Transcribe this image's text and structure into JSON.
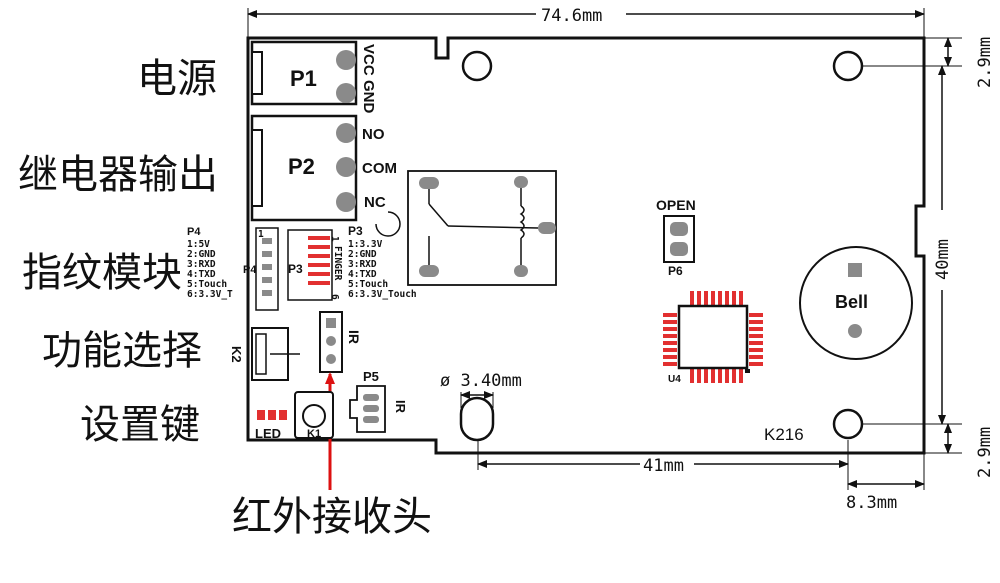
{
  "side_labels": {
    "power": "电源",
    "relay_output": "继电器输出",
    "fingerprint_module": "指纹模块",
    "function_select": "功能选择",
    "setup_key": "设置键",
    "ir_receiver": "红外接收头"
  },
  "dimensions": {
    "width": "74.6mm",
    "height": "40mm",
    "top_offset": "2.9mm",
    "bottom_offset": "2.9mm",
    "hole_spacing": "41mm",
    "right_hole_offset": "8.3mm",
    "hole_diameter": "ø 3.40mm"
  },
  "board": {
    "p1": "P1",
    "p2": "P2",
    "p1_pins": [
      "VCC",
      "GND"
    ],
    "p2_pins": [
      "NO",
      "COM",
      "NC"
    ],
    "p4_title": "P4",
    "p4_pins": [
      "1:5V",
      "2:GND",
      "3:RXD",
      "4:TXD",
      "5:Touch",
      "6:3.3V_T"
    ],
    "p4_inner": "P4",
    "p3_title": "P3",
    "p3_pins": [
      "1:3.3V",
      "2:GND",
      "3:RXD",
      "4:TXD",
      "5:Touch",
      "6:3.3V_Touch"
    ],
    "p3_inner": "P3",
    "finger": "FINGER",
    "pin_1": "1",
    "pin_6": "6",
    "k2": "K2",
    "ir_jumper": "IR",
    "p5": "P5",
    "ir_p5": "IR",
    "k1": "K1",
    "led": "LED",
    "open": "OPEN",
    "p6": "P6",
    "bell": "Bell",
    "u4": "U4",
    "model": "K216"
  },
  "colors": {
    "ic_pins": "#e23030",
    "arrow": "#dd1111",
    "pads": "#8a8a8a"
  }
}
